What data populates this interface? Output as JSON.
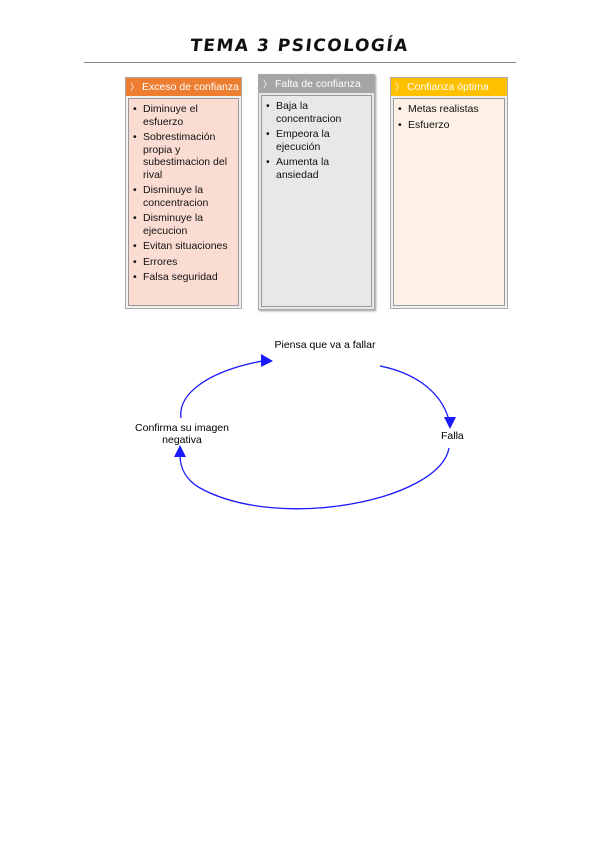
{
  "page": {
    "title": "TEMA 3 PSICOLOGÍA"
  },
  "cards": [
    {
      "header": "Exceso de confianza",
      "color": "#ed7d31",
      "items": [
        "Diminuye el esfuerzo",
        "Sobrestimación propia y subestimacion del rival",
        "Disminuye la concentracion",
        "Disminuye la ejecucion",
        "Evitan situaciones",
        "Errores",
        "Falsa seguridad"
      ]
    },
    {
      "header": "Falta de confianza",
      "color": "#a5a5a5",
      "items": [
        "Baja la concentracion",
        "Empeora la ejecución",
        "Aumenta la ansiedad"
      ]
    },
    {
      "header": "Confianza óptima",
      "color": "#ffc000",
      "items": [
        "Metas realistas",
        "Esfuerzo"
      ]
    }
  ],
  "cycle": {
    "arrow_color": "#1a1aff",
    "nodes": [
      "Piensa que va a fallar",
      "Falla",
      "Confirma su imagen negativa"
    ]
  }
}
